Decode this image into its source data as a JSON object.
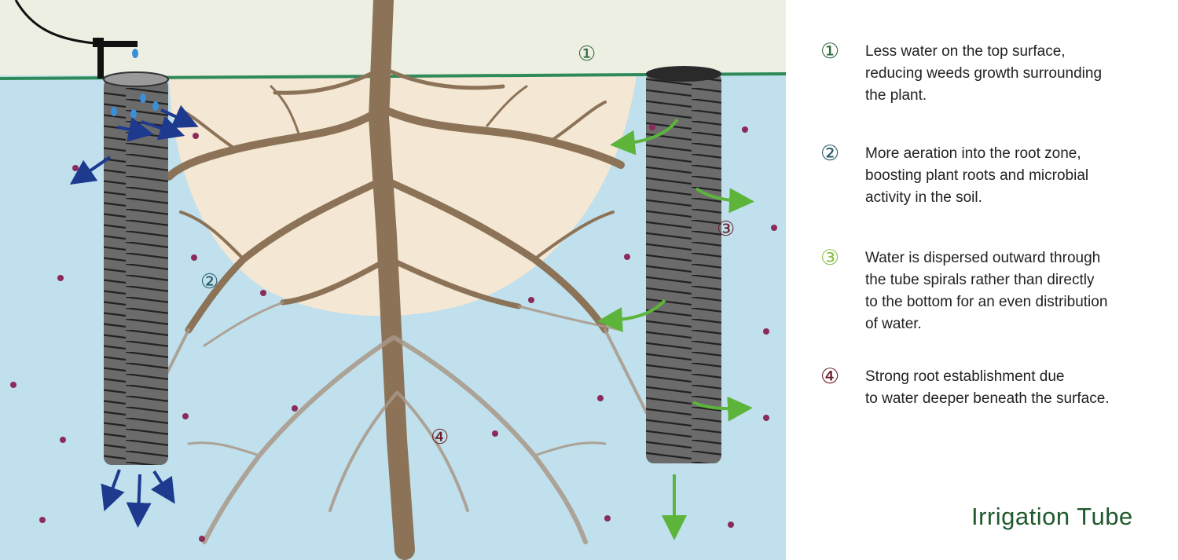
{
  "colors": {
    "sky": "#ecefe1",
    "soil_water": "#bfe0ec",
    "dry_soil": "#f4e7d3",
    "ground_line": "#2f8a5a",
    "root": "#8c7358",
    "tube": "#6b6b6b",
    "water_arrow_blue": "#1d3a8f",
    "water_arrow_green": "#5cb53a",
    "dot": "#8b2a5b",
    "num1": "#2f6b3f",
    "num2": "#2a5a6a",
    "num3": "#8bc34a",
    "num4": "#6b1f2a",
    "title": "#1f5a2c"
  },
  "diagram": {
    "labels": [
      {
        "id": "1",
        "text": "①"
      },
      {
        "id": "2",
        "text": "②"
      },
      {
        "id": "3",
        "text": "③"
      },
      {
        "id": "4",
        "text": "④"
      }
    ]
  },
  "legend": {
    "items": [
      {
        "num": "①",
        "text": "Less water on the top surface,\nreducing weeds growth surrounding\nthe plant."
      },
      {
        "num": "②",
        "text": "More aeration into the root zone,\nboosting plant roots and microbial\nactivity in the soil."
      },
      {
        "num": "③",
        "text": "Water is dispersed outward through\nthe tube spirals rather than directly\nto the bottom for an even distribution\nof water."
      },
      {
        "num": "④",
        "text": "Strong root establishment due\nto water deeper beneath the surface."
      }
    ]
  },
  "title": "Irrigation Tube"
}
